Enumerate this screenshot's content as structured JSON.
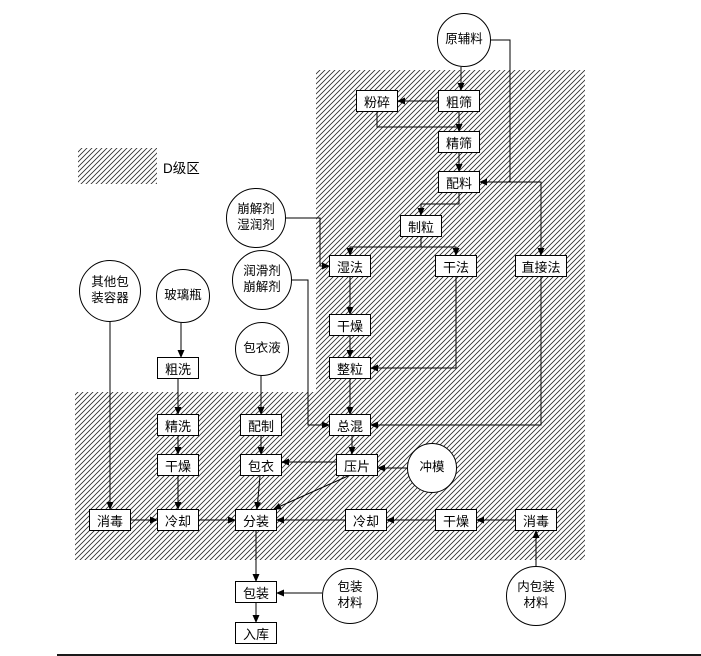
{
  "legend": {
    "label": "D级区"
  },
  "nodes": {
    "raw_material": {
      "label": "原辅料"
    },
    "crush": {
      "label": "粉碎"
    },
    "coarse_sieve": {
      "label": "粗筛"
    },
    "fine_sieve": {
      "label": "精筛"
    },
    "compound": {
      "label": "配料"
    },
    "granulate": {
      "label": "制粒"
    },
    "wet_method": {
      "label": "湿法"
    },
    "dry_method": {
      "label": "干法"
    },
    "direct_method": {
      "label": "直接法"
    },
    "disintegrant_wetting": {
      "label": "崩解剂\n湿润剂"
    },
    "drying_granule": {
      "label": "干燥"
    },
    "sizing": {
      "label": "整粒"
    },
    "lubricant_disintegrant": {
      "label": "润滑剂\n崩解剂"
    },
    "total_mix": {
      "label": "总混"
    },
    "coating_fluid": {
      "label": "包衣液"
    },
    "prepare": {
      "label": "配制"
    },
    "coating": {
      "label": "包衣"
    },
    "tablet_press": {
      "label": "压片"
    },
    "punch_die": {
      "label": "冲模"
    },
    "other_container": {
      "label": "其他包\n装容器"
    },
    "glass_bottle": {
      "label": "玻璃瓶"
    },
    "coarse_wash": {
      "label": "粗洗"
    },
    "fine_wash": {
      "label": "精洗"
    },
    "dry_left": {
      "label": "干燥"
    },
    "cool_left": {
      "label": "冷却"
    },
    "disinfect_left": {
      "label": "消毒"
    },
    "filling": {
      "label": "分装"
    },
    "cool_right": {
      "label": "冷却"
    },
    "dry_right": {
      "label": "干燥"
    },
    "disinfect_right": {
      "label": "消毒"
    },
    "inner_pack_material": {
      "label": "内包装\n材料"
    },
    "pack_material": {
      "label": "包装\n材料"
    },
    "packaging": {
      "label": "包装"
    },
    "warehouse": {
      "label": "入库"
    }
  },
  "colors": {
    "line": "#000000",
    "background": "#ffffff",
    "hatch": "#2b2b2b"
  }
}
